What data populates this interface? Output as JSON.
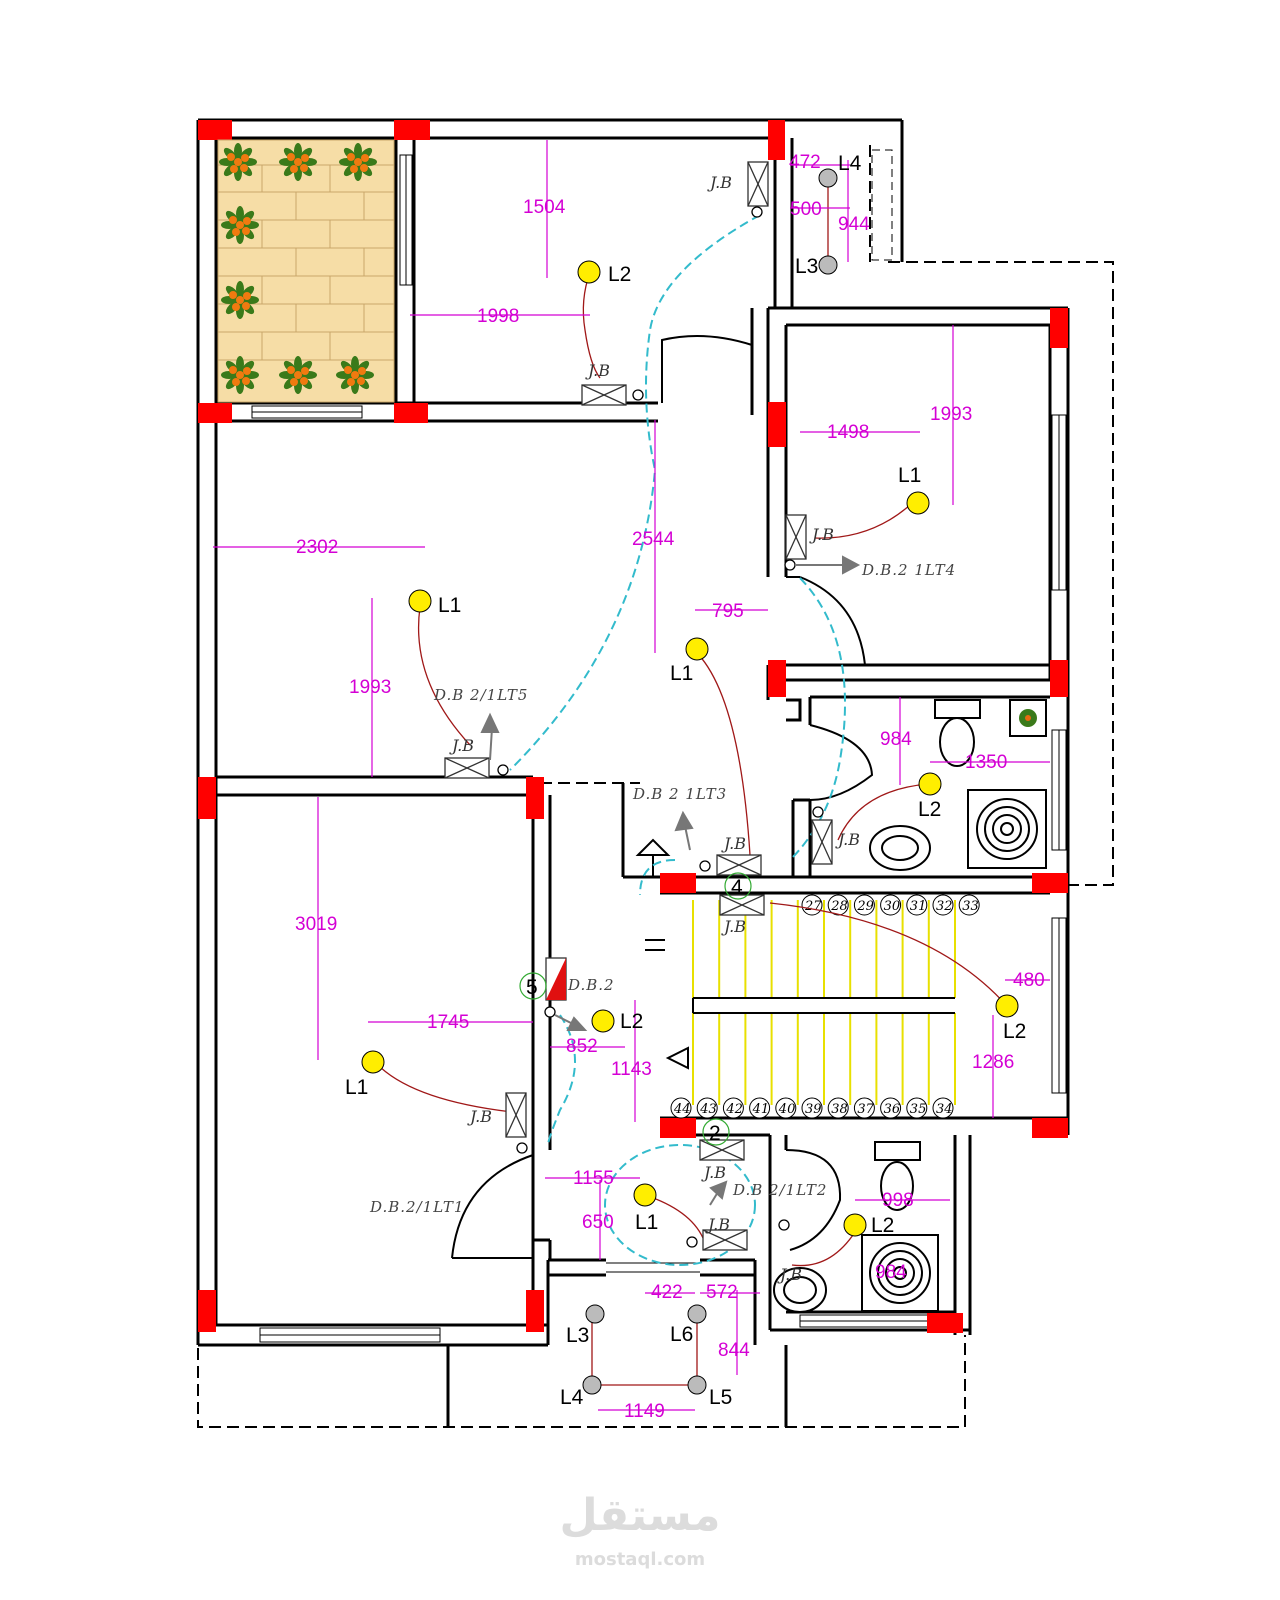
{
  "drawing": {
    "colors": {
      "wall": "#000000",
      "column": "#ff0000",
      "dimension": "#d400d4",
      "circuit": "#a01818",
      "cable_route": "#33bbcc",
      "lamp_on": "#ffee00",
      "lamp_off": "#bbbbbb",
      "stairs": "#e8e000",
      "planter_tile": "#f6dda6"
    },
    "dimensions": {
      "d1504": "1504",
      "d1998": "1998",
      "d472": "472",
      "d500": "500",
      "d944": "944",
      "d1993a": "1993",
      "d1498": "1498",
      "d2302": "2302",
      "d2544": "2544",
      "d795": "795",
      "d1993b": "1993",
      "d984": "984",
      "d1350": "1350",
      "d3019": "3019",
      "d1745": "1745",
      "d852": "852",
      "d1143": "1143",
      "d480": "480",
      "d1286": "1286",
      "d1155": "1155",
      "d650": "650",
      "d998": "998",
      "d422": "422",
      "d572": "572",
      "d844": "844",
      "d1149": "1149",
      "d984b": "984"
    },
    "lamps": {
      "bedroom1": "L2",
      "balcony_l4": "L4",
      "balcony_l3": "L3",
      "room_right": "L1",
      "hall": "L1",
      "corridor": "L1",
      "bath1": "L2",
      "bedroom2": "L1",
      "entry": "L2",
      "stair": "L2",
      "lobby": "L1",
      "bath2": "L2",
      "south_l3": "L3",
      "south_l6": "L6",
      "south_l4": "L4",
      "south_l5": "L5"
    },
    "jb_label": "J.B",
    "circuits": {
      "db1": "D.B.2  1LT4",
      "db2": "D.B 2/1LT5",
      "db3": "D.B 2  1LT3",
      "db4": "D.B.2",
      "db5": "D.B.2/1LT1",
      "db6": "D.B 2/1LT2"
    },
    "markers": {
      "m4": "4",
      "m5": "5",
      "m2": "2"
    },
    "stair_steps_upper": [
      "27",
      "28",
      "29",
      "30",
      "31",
      "32",
      "33"
    ],
    "stair_steps_lower": [
      "44",
      "43",
      "42",
      "41",
      "40",
      "39",
      "38",
      "37",
      "36",
      "35",
      "34"
    ]
  },
  "watermark": {
    "arabic": "مستقل",
    "latin": "mostaql.com"
  }
}
